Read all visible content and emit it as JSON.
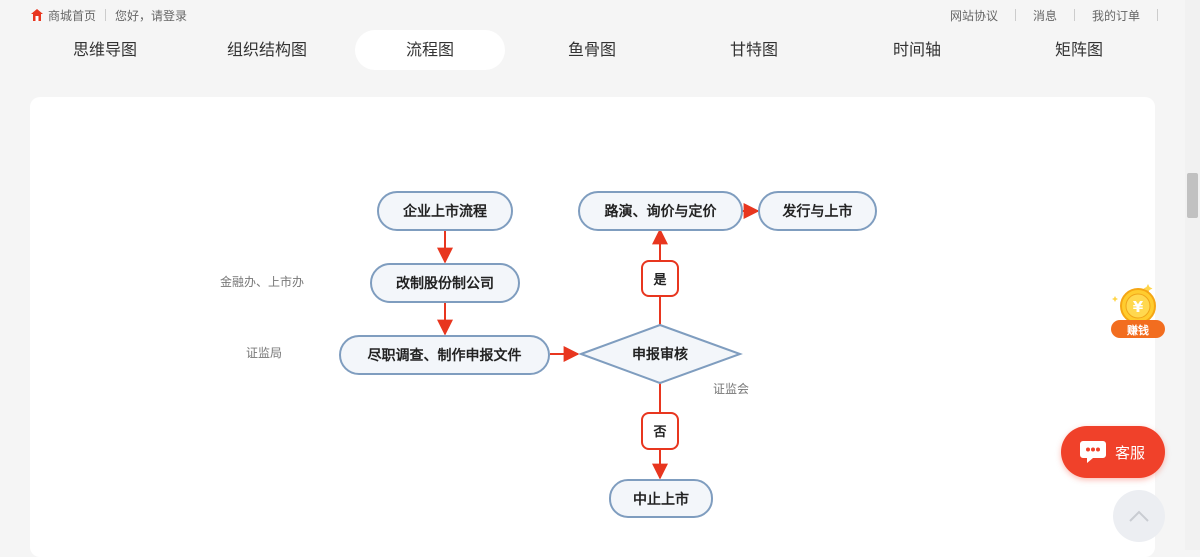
{
  "topbar": {
    "home_label": "商城首页",
    "greeting": "您好，请登录",
    "links": [
      "网站协议",
      "消息",
      "我的订单"
    ]
  },
  "tabs": [
    "思维导图",
    "组织结构图",
    "流程图",
    "鱼骨图",
    "甘特图",
    "时间轴",
    "矩阵图"
  ],
  "active_tab": "流程图",
  "flowchart": {
    "nodes": {
      "start": "企业上市流程",
      "restructure": "改制股份制公司",
      "due_diligence": "尽职调查、制作申报文件",
      "review": "申报审核",
      "roadshow": "路演、询价与定价",
      "ipo": "发行与上市",
      "stop": "中止上市"
    },
    "decisions": {
      "yes": "是",
      "no": "否"
    },
    "side_labels": {
      "restructure": "金融办、上市办",
      "due_diligence": "证监局",
      "review": "证监会"
    },
    "colors": {
      "node_border": "#7f9dbf",
      "arrow": "#e8361f"
    }
  },
  "widgets": {
    "earn_label": "赚钱",
    "service_label": "客服"
  }
}
